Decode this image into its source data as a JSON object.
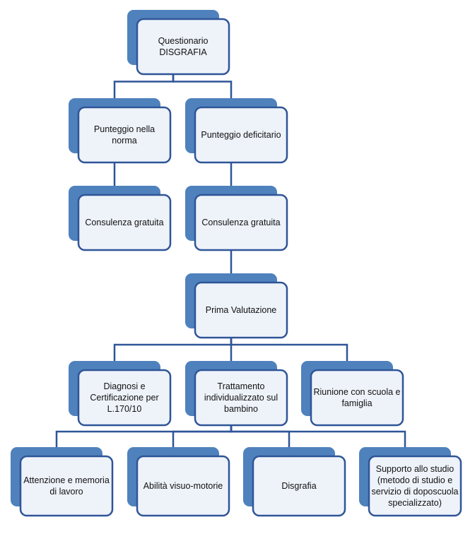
{
  "diagram": {
    "nodes": [
      {
        "id": "questionario",
        "lines": [
          "Questionario",
          "DISGRAFIA"
        ]
      },
      {
        "id": "punteggio-norma",
        "lines": [
          "Punteggio nella",
          "norma"
        ]
      },
      {
        "id": "punteggio-deficitario",
        "lines": [
          "Punteggio deficitario"
        ]
      },
      {
        "id": "consulenza-1",
        "lines": [
          "Consulenza gratuita"
        ]
      },
      {
        "id": "consulenza-2",
        "lines": [
          "Consulenza gratuita"
        ]
      },
      {
        "id": "prima-valutazione",
        "lines": [
          "Prima Valutazione"
        ]
      },
      {
        "id": "diagnosi",
        "lines": [
          "Diagnosi e",
          "Certificazione per",
          "L.170/10"
        ]
      },
      {
        "id": "trattamento",
        "lines": [
          "Trattamento",
          "individualizzato sul",
          "bambino"
        ]
      },
      {
        "id": "riunione",
        "lines": [
          "Riunione con scuola e",
          "famiglia"
        ]
      },
      {
        "id": "attenzione",
        "lines": [
          "Attenzione e memoria",
          "di lavoro"
        ]
      },
      {
        "id": "abilita",
        "lines": [
          "Abilità visuo-motorie"
        ]
      },
      {
        "id": "disgrafia",
        "lines": [
          "Disgrafia"
        ]
      },
      {
        "id": "supporto",
        "lines": [
          "Supporto allo studio",
          "(metodo di studio e",
          "servizio di doposcuola",
          "specializzato)"
        ]
      }
    ],
    "edges": [
      {
        "from": "questionario",
        "to": "punteggio-norma"
      },
      {
        "from": "questionario",
        "to": "punteggio-deficitario"
      },
      {
        "from": "punteggio-norma",
        "to": "consulenza-1"
      },
      {
        "from": "punteggio-deficitario",
        "to": "consulenza-2"
      },
      {
        "from": "consulenza-2",
        "to": "prima-valutazione"
      },
      {
        "from": "prima-valutazione",
        "to": "diagnosi"
      },
      {
        "from": "prima-valutazione",
        "to": "trattamento"
      },
      {
        "from": "prima-valutazione",
        "to": "riunione"
      },
      {
        "from": "trattamento",
        "to": "attenzione"
      },
      {
        "from": "trattamento",
        "to": "abilita"
      },
      {
        "from": "trattamento",
        "to": "disgrafia"
      },
      {
        "from": "trattamento",
        "to": "supporto"
      }
    ]
  },
  "colors": {
    "accent": "#4F81BD",
    "box_fill": "#EEF3FA",
    "outline": "#2F5597"
  }
}
